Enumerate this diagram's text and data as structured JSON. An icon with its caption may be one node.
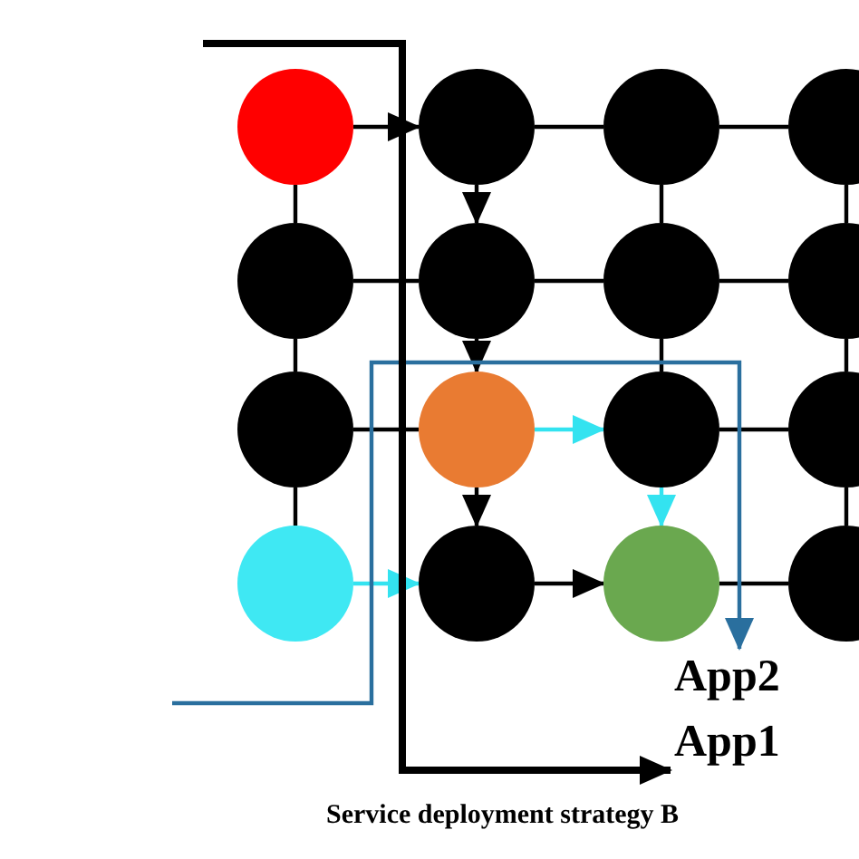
{
  "diagram": {
    "caption": "Service deployment strategy B",
    "nodes": [
      {
        "text": [],
        "shape": "circle"
      },
      {
        "text": [],
        "shape": "circle"
      },
      {
        "text": [],
        "shape": "circle"
      },
      {
        "text": [],
        "shape": "circle"
      },
      {
        "text": [],
        "shape": "circle"
      },
      {
        "text": [],
        "shape": "circle"
      },
      {
        "text": [],
        "shape": "circle"
      },
      {
        "text": [],
        "shape": "circle"
      },
      {
        "text": [],
        "shape": "circle"
      },
      {
        "text": [],
        "shape": "circle"
      },
      {
        "text": [],
        "shape": "circle"
      },
      {
        "text": [],
        "shape": "circle"
      },
      {
        "text": [],
        "shape": "circle"
      },
      {
        "text": [],
        "shape": "circle"
      },
      {
        "text": [],
        "shape": "circle"
      },
      {
        "text": [],
        "shape": "circle"
      },
      {
        "text": [
          "App2"
        ]
      },
      {
        "text": [
          "App1"
        ]
      }
    ],
    "edges": [
      {
        "from": 0,
        "to": 1,
        "arrow": "to"
      },
      {
        "from": 1,
        "to": 2,
        "arrow": "none"
      },
      {
        "from": 2,
        "to": 3,
        "arrow": "none"
      },
      {
        "from": 4,
        "to": 5,
        "arrow": "none"
      },
      {
        "from": 5,
        "to": 6,
        "arrow": "none"
      },
      {
        "from": 6,
        "to": 7,
        "arrow": "none"
      },
      {
        "from": 8,
        "to": 9,
        "arrow": "none"
      },
      {
        "from": 9,
        "to": 10,
        "arrow": "to",
        "color": "#33e3f0"
      },
      {
        "from": 10,
        "to": 11,
        "arrow": "none"
      },
      {
        "from": 12,
        "to": 13,
        "arrow": "to",
        "color": "#33e3f0"
      },
      {
        "from": 13,
        "to": 14,
        "arrow": "to"
      },
      {
        "from": 14,
        "to": 15,
        "arrow": "none"
      },
      {
        "from": 0,
        "to": 4,
        "arrow": "none"
      },
      {
        "from": 4,
        "to": 8,
        "arrow": "none"
      },
      {
        "from": 8,
        "to": 12,
        "arrow": "none"
      },
      {
        "from": 1,
        "to": 5,
        "arrow": "to"
      },
      {
        "from": 5,
        "to": 9,
        "arrow": "to"
      },
      {
        "from": 9,
        "to": 13,
        "arrow": "to"
      },
      {
        "from": 2,
        "to": 6,
        "arrow": "none"
      },
      {
        "from": 6,
        "to": 10,
        "arrow": "none"
      },
      {
        "from": 10,
        "to": 14,
        "arrow": "to",
        "color": "#33e3f0"
      },
      {
        "from": 3,
        "to": 7,
        "arrow": "none"
      },
      {
        "from": 7,
        "to": 11,
        "arrow": "none"
      },
      {
        "from": 11,
        "to": 15,
        "arrow": "none"
      },
      {
        "from": null,
        "to": 16,
        "arrow": "to",
        "color": "#2a6f9e"
      },
      {
        "from": null,
        "to": 17,
        "arrow": "to",
        "style": "thick"
      }
    ]
  }
}
